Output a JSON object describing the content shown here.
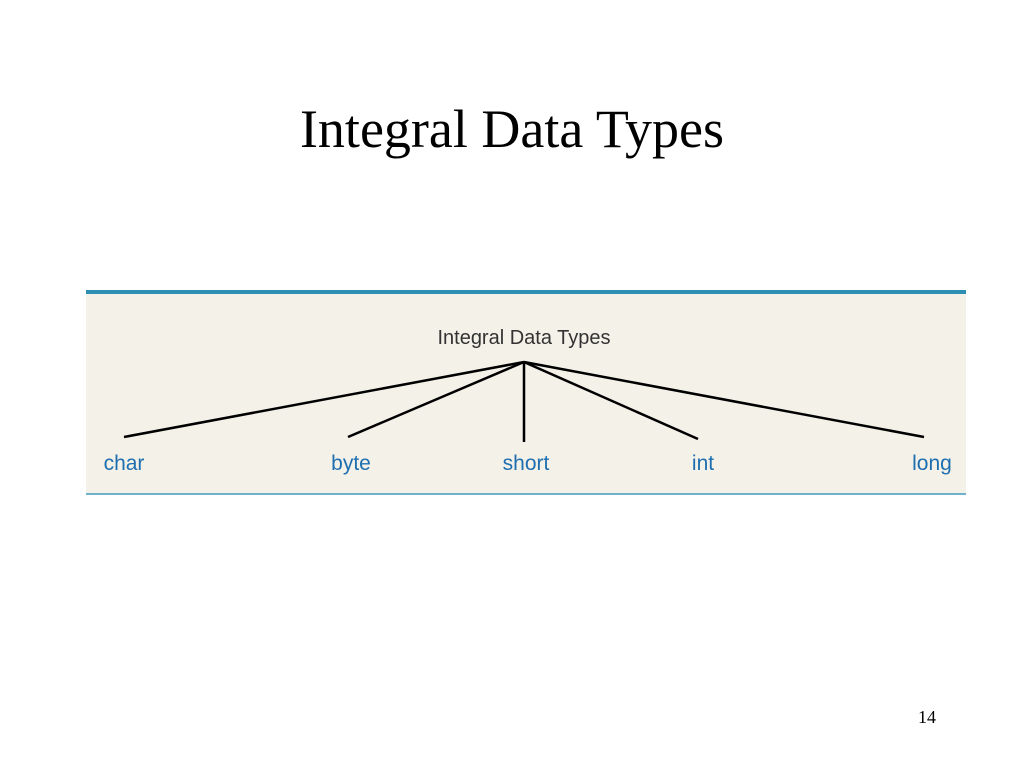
{
  "slide": {
    "title": "Integral Data Types",
    "page_number": "14"
  },
  "diagram": {
    "root": "Integral Data Types",
    "children": [
      "char",
      "byte",
      "short",
      "int",
      "long"
    ],
    "colors": {
      "panel_background": "#f3f1e8",
      "top_border": "#2d8fb4",
      "bottom_border": "#6fb2ca",
      "root_text": "#333333",
      "leaf_text": "#1f6fb0",
      "edges": "#000000"
    }
  }
}
